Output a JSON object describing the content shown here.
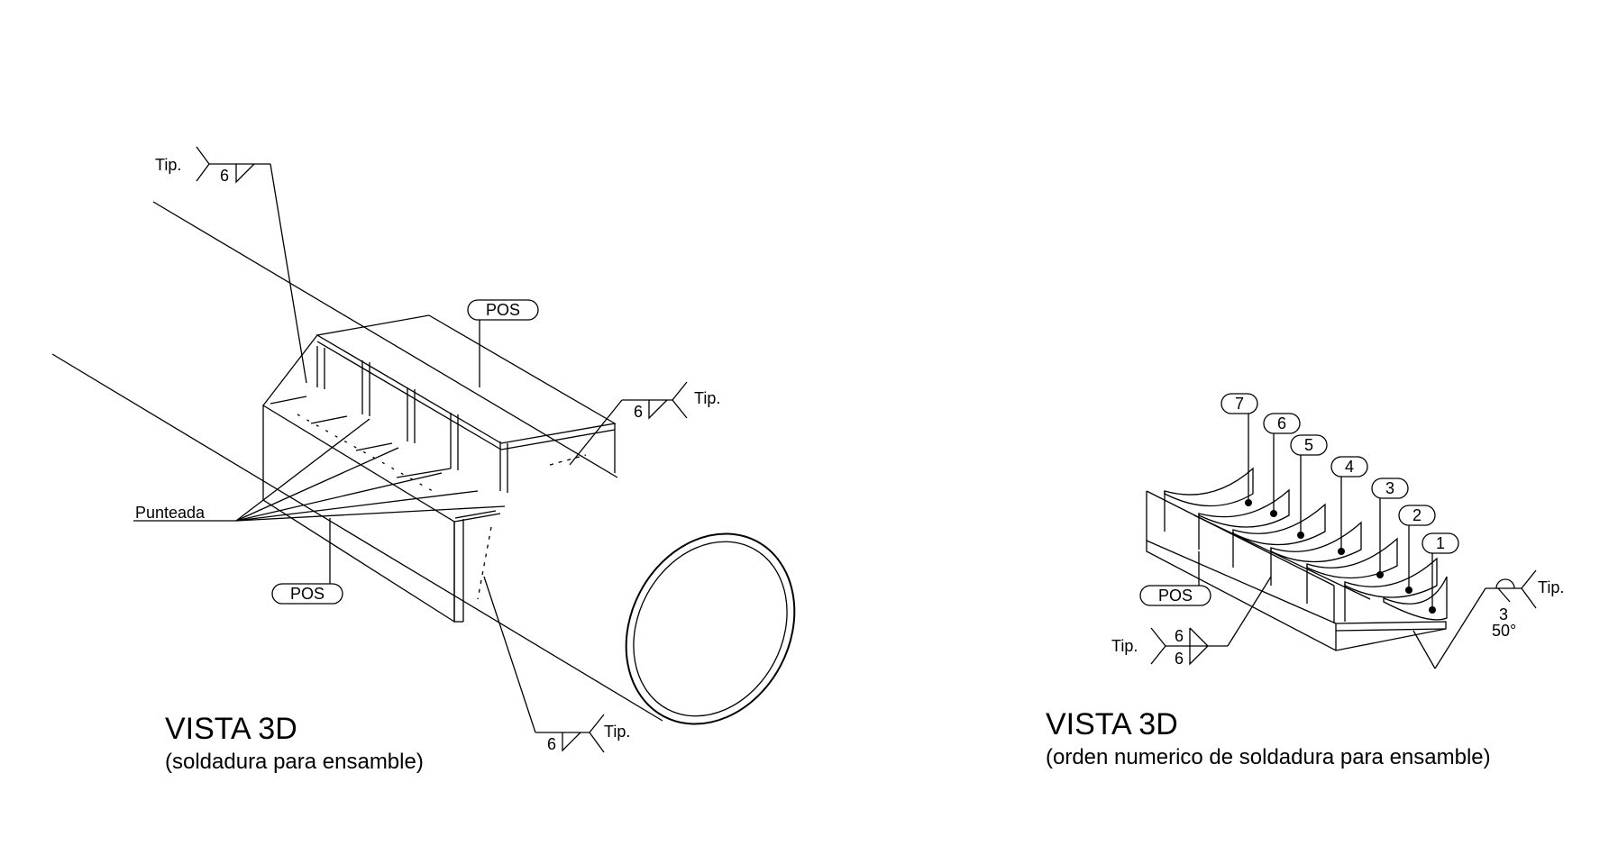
{
  "left_view": {
    "title": "VISTA 3D",
    "subtitle": "(soldadura para ensamble)",
    "punteada_label": "Punteada",
    "pos_top": "POS",
    "pos_bottom": "POS",
    "weld_top_left": {
      "tip": "Tip.",
      "size": "6"
    },
    "weld_right": {
      "tip": "Tip.",
      "size": "6"
    },
    "weld_bottom": {
      "tip": "Tip.",
      "size": "6"
    }
  },
  "right_view": {
    "title": "VISTA 3D",
    "subtitle": "(orden numerico de soldadura para ensamble)",
    "pos_label": "POS",
    "order_labels": [
      "7",
      "6",
      "5",
      "4",
      "3",
      "2",
      "1"
    ],
    "weld_left": {
      "tip": "Tip.",
      "size_top": "6",
      "size_bottom": "6"
    },
    "weld_right": {
      "tip": "Tip.",
      "size": "3",
      "angle": "50°"
    }
  }
}
